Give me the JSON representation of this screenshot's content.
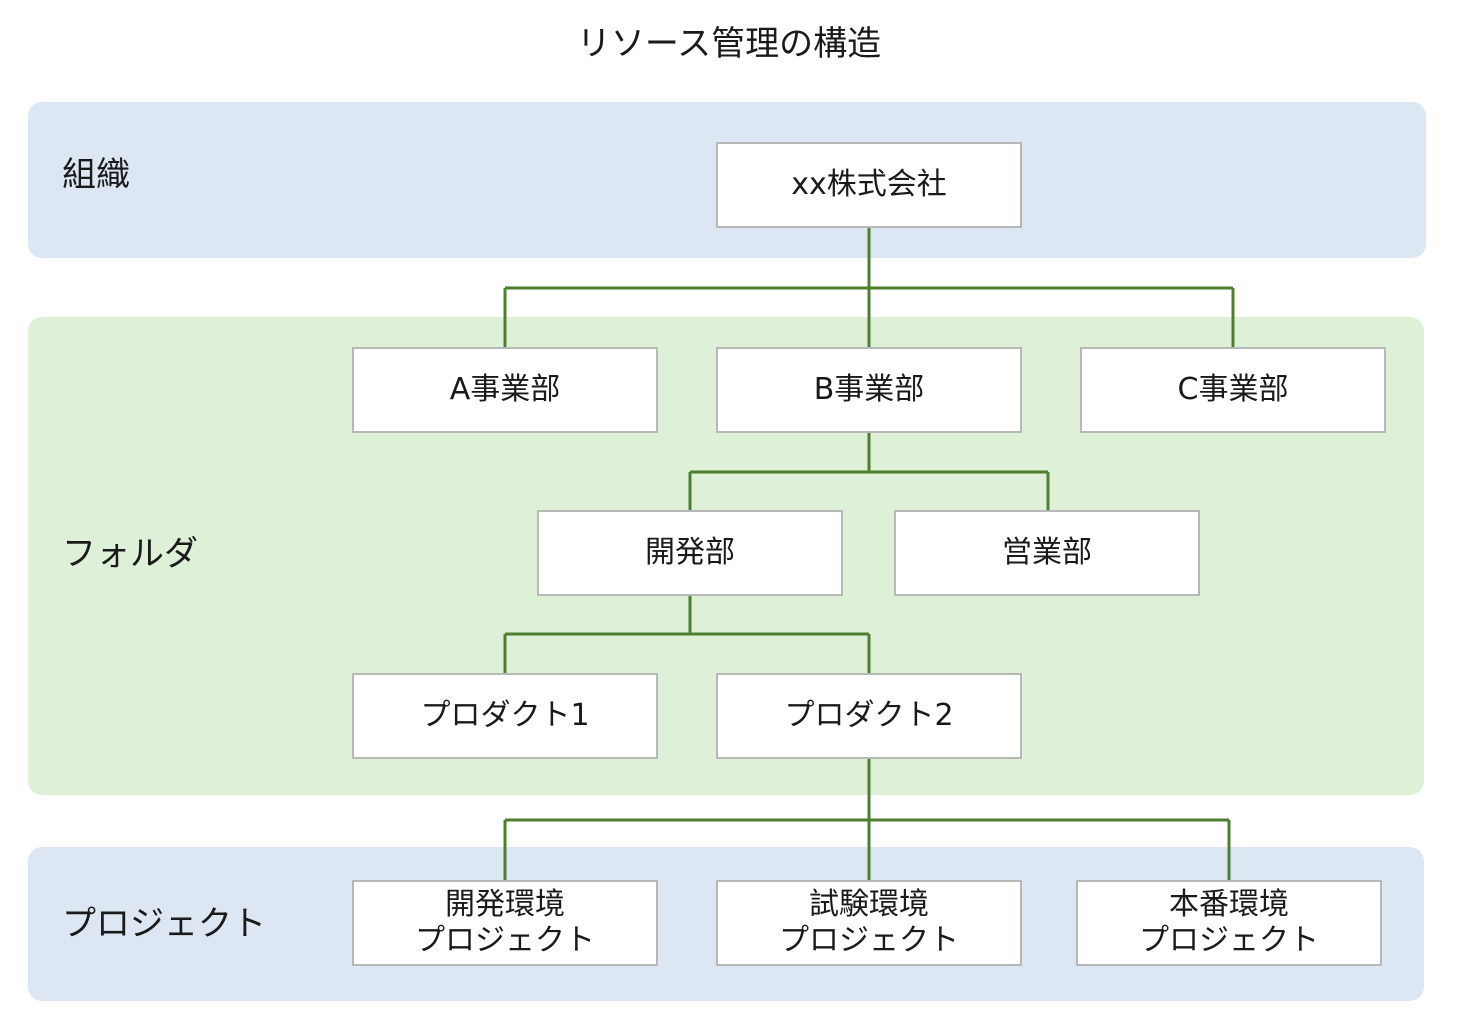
{
  "title": "リソース管理の構造",
  "layers": {
    "organization": "組織",
    "folder": "フォルダ",
    "project": "プロジェクト"
  },
  "nodes": {
    "company": "xx株式会社",
    "division_a": "A事業部",
    "division_b": "B事業部",
    "division_c": "C事業部",
    "dev_dept": "開発部",
    "sales_dept": "営業部",
    "product1": "プロダクト1",
    "product2": "プロダクト2",
    "dev_env": {
      "line1": "開発環境",
      "line2": "プロジェクト"
    },
    "test_env": {
      "line1": "試験環境",
      "line2": "プロジェクト"
    },
    "prod_env": {
      "line1": "本番環境",
      "line2": "プロジェクト"
    }
  },
  "colors": {
    "band_blue": "#dde7f4",
    "band_green": "#dff0d8",
    "connector": "#4e7f2e",
    "box_border": "#b8b8b8"
  }
}
